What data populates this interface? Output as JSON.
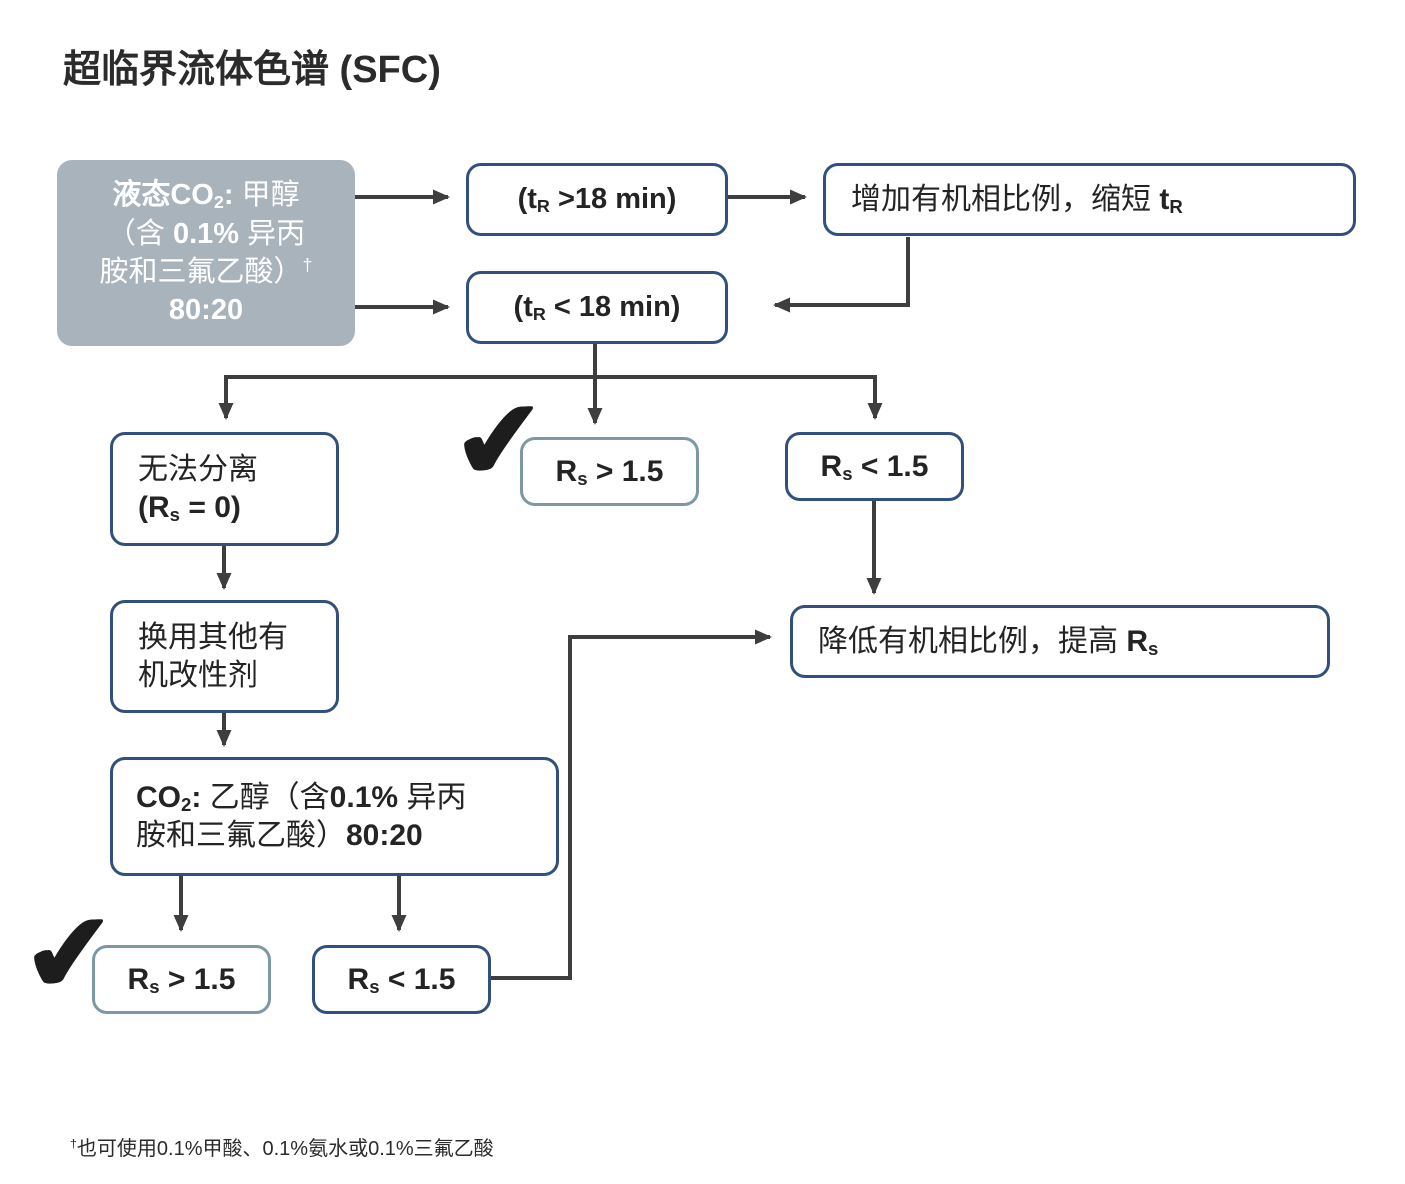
{
  "colors": {
    "navy": "#31507d",
    "steel": "#7b98a8",
    "graybox": "#a9b3bc",
    "arrow": "#3e3e3e",
    "ink": "#262626"
  },
  "title": "超临界流体色谱 (SFC)",
  "checkmark_glyph": "✔",
  "nodes": {
    "start": {
      "lines": [
        [
          {
            "t": "液态CO",
            "b": 1
          },
          {
            "t": "2",
            "b": 1,
            "sub": 1
          },
          {
            "t": ": ",
            "b": 1
          },
          {
            "t": "甲醇"
          }
        ],
        [
          {
            "t": "（含 "
          },
          {
            "t": "0.1%",
            "b": 1
          },
          {
            "t": " 异丙"
          }
        ],
        [
          {
            "t": "胺和三氟乙酸）"
          },
          {
            "t": "†",
            "sup": 1
          }
        ],
        [
          {
            "t": "80:20",
            "b": 1
          }
        ]
      ]
    },
    "tr_gt18": {
      "lines": [
        [
          {
            "t": "(t",
            "b": 1
          },
          {
            "t": "R",
            "b": 1,
            "sub": 1
          },
          {
            "t": " >18 min)",
            "b": 1
          }
        ]
      ]
    },
    "increase_organic": {
      "lines": [
        [
          {
            "t": "增加有机相比例，缩短 "
          },
          {
            "t": "t",
            "b": 1
          },
          {
            "t": "R",
            "b": 1,
            "sub": 1
          }
        ]
      ]
    },
    "tr_lt18": {
      "lines": [
        [
          {
            "t": "(t",
            "b": 1
          },
          {
            "t": "R",
            "b": 1,
            "sub": 1
          },
          {
            "t": " < 18 min)",
            "b": 1
          }
        ]
      ]
    },
    "no_separation": {
      "lines": [
        [
          {
            "t": "无法分离"
          }
        ],
        [
          {
            "t": "(R",
            "b": 1
          },
          {
            "t": "s",
            "b": 1,
            "sub": 1
          },
          {
            "t": " = 0)",
            "b": 1
          }
        ]
      ]
    },
    "rs_gt15_mid": {
      "lines": [
        [
          {
            "t": "R",
            "b": 1
          },
          {
            "t": "s",
            "b": 1,
            "sub": 1
          },
          {
            "t": " > 1.5",
            "b": 1
          }
        ]
      ]
    },
    "rs_lt15_mid": {
      "lines": [
        [
          {
            "t": "R",
            "b": 1
          },
          {
            "t": "s",
            "b": 1,
            "sub": 1
          },
          {
            "t": " < 1.5",
            "b": 1
          }
        ]
      ]
    },
    "change_modifier": {
      "lines": [
        [
          {
            "t": "换用其他有"
          }
        ],
        [
          {
            "t": "机改性剂"
          }
        ]
      ]
    },
    "decrease_organic": {
      "lines": [
        [
          {
            "t": "降低有机相比例，提高 "
          },
          {
            "t": "R",
            "b": 1
          },
          {
            "t": "s",
            "b": 1,
            "sub": 1
          }
        ]
      ]
    },
    "co2_ethanol": {
      "lines": [
        [
          {
            "t": "CO",
            "b": 1
          },
          {
            "t": "2",
            "b": 1,
            "sub": 1
          },
          {
            "t": ": ",
            "b": 1
          },
          {
            "t": "乙醇（含"
          },
          {
            "t": "0.1%",
            "b": 1
          },
          {
            "t": " 异丙"
          }
        ],
        [
          {
            "t": "胺和三氟乙酸）"
          },
          {
            "t": "80:20",
            "b": 1
          }
        ]
      ]
    },
    "rs_gt15_bot": {
      "lines": [
        [
          {
            "t": "R",
            "b": 1
          },
          {
            "t": "s",
            "b": 1,
            "sub": 1
          },
          {
            "t": " > 1.5",
            "b": 1
          }
        ]
      ]
    },
    "rs_lt15_bot": {
      "lines": [
        [
          {
            "t": "R",
            "b": 1
          },
          {
            "t": "s",
            "b": 1,
            "sub": 1
          },
          {
            "t": " < 1.5",
            "b": 1
          }
        ]
      ]
    }
  },
  "footnote": {
    "lines": [
      [
        {
          "t": "†",
          "sup": 1
        },
        {
          "t": "也可使用0.1%甲酸、0.1%氨水或0.1%三氟乙酸"
        }
      ]
    ]
  }
}
